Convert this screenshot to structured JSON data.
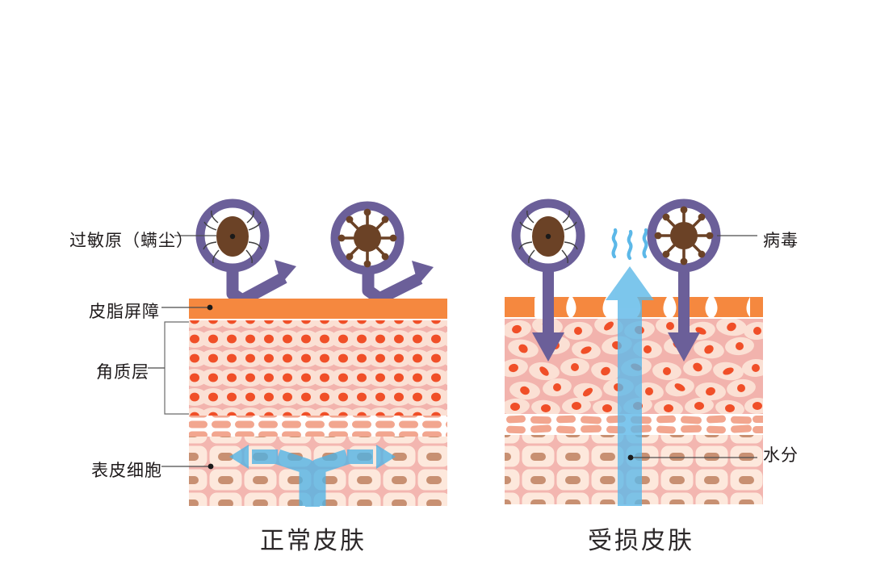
{
  "diagram": {
    "title_left": "正常皮肤",
    "title_right": "受损皮肤",
    "labels": {
      "allergen": "过敏原（螨尘）",
      "sebum_barrier": "皮脂屏障",
      "stratum_corneum": "角质层",
      "epidermal_cell": "表皮细胞",
      "virus": "病毒",
      "water": "水分"
    },
    "icons": {
      "mite": "dust-mite-icon",
      "virus": "virus-icon",
      "magnifier": "magnifier-icon",
      "steam": "steam-waves-icon",
      "arrow_down": "purple-arrow-down-icon",
      "arrow_up": "blue-arrow-up-icon",
      "arrow_split": "blue-split-arrow-icon"
    },
    "colors": {
      "purple": "#6b5f99",
      "purple_dark": "#5f5387",
      "orange": "#f5883f",
      "orange_light": "#f79c58",
      "blue": "#5cb8e8",
      "blue_light": "#7ac8ef",
      "pink": "#f3b6b0",
      "pink_light": "#f9d9d0",
      "cream": "#fbe4d5",
      "red_nucleus": "#f04f28",
      "brown_nucleus": "#c89072",
      "mite_brown": "#6b4226",
      "text": "#231f20"
    }
  },
  "chart_data": {
    "type": "diagram",
    "panels": [
      {
        "name": "normal-skin",
        "caption": "正常皮肤",
        "layers": [
          {
            "name": "sebum-barrier",
            "state": "intact",
            "color": "#f5883f"
          },
          {
            "name": "stratum-corneum",
            "state": "ordered",
            "cell_rows": 5,
            "nucleus_color": "#f04f28"
          },
          {
            "name": "granular-layer",
            "state": "ordered",
            "rows": 2
          },
          {
            "name": "epidermal-cells",
            "state": "ordered",
            "cell_rows": 3,
            "nucleus_color": "#c89072"
          }
        ],
        "threats": [
          {
            "name": "dust-mite",
            "penetrates": false
          },
          {
            "name": "virus",
            "penetrates": false
          }
        ],
        "moisture": {
          "direction": "retained",
          "shape": "split-arrow"
        }
      },
      {
        "name": "damaged-skin",
        "caption": "受损皮肤",
        "layers": [
          {
            "name": "sebum-barrier",
            "state": "broken",
            "color": "#f5883f"
          },
          {
            "name": "stratum-corneum",
            "state": "disordered",
            "cell_rows": 5,
            "nucleus_color": "#f04f28"
          },
          {
            "name": "granular-layer",
            "state": "disordered",
            "rows": 2
          },
          {
            "name": "epidermal-cells",
            "state": "ordered",
            "cell_rows": 3,
            "nucleus_color": "#c89072"
          }
        ],
        "threats": [
          {
            "name": "dust-mite",
            "penetrates": true
          },
          {
            "name": "virus",
            "penetrates": true
          }
        ],
        "moisture": {
          "direction": "escaping",
          "shape": "up-arrow",
          "steam_waves": 3
        }
      }
    ]
  }
}
